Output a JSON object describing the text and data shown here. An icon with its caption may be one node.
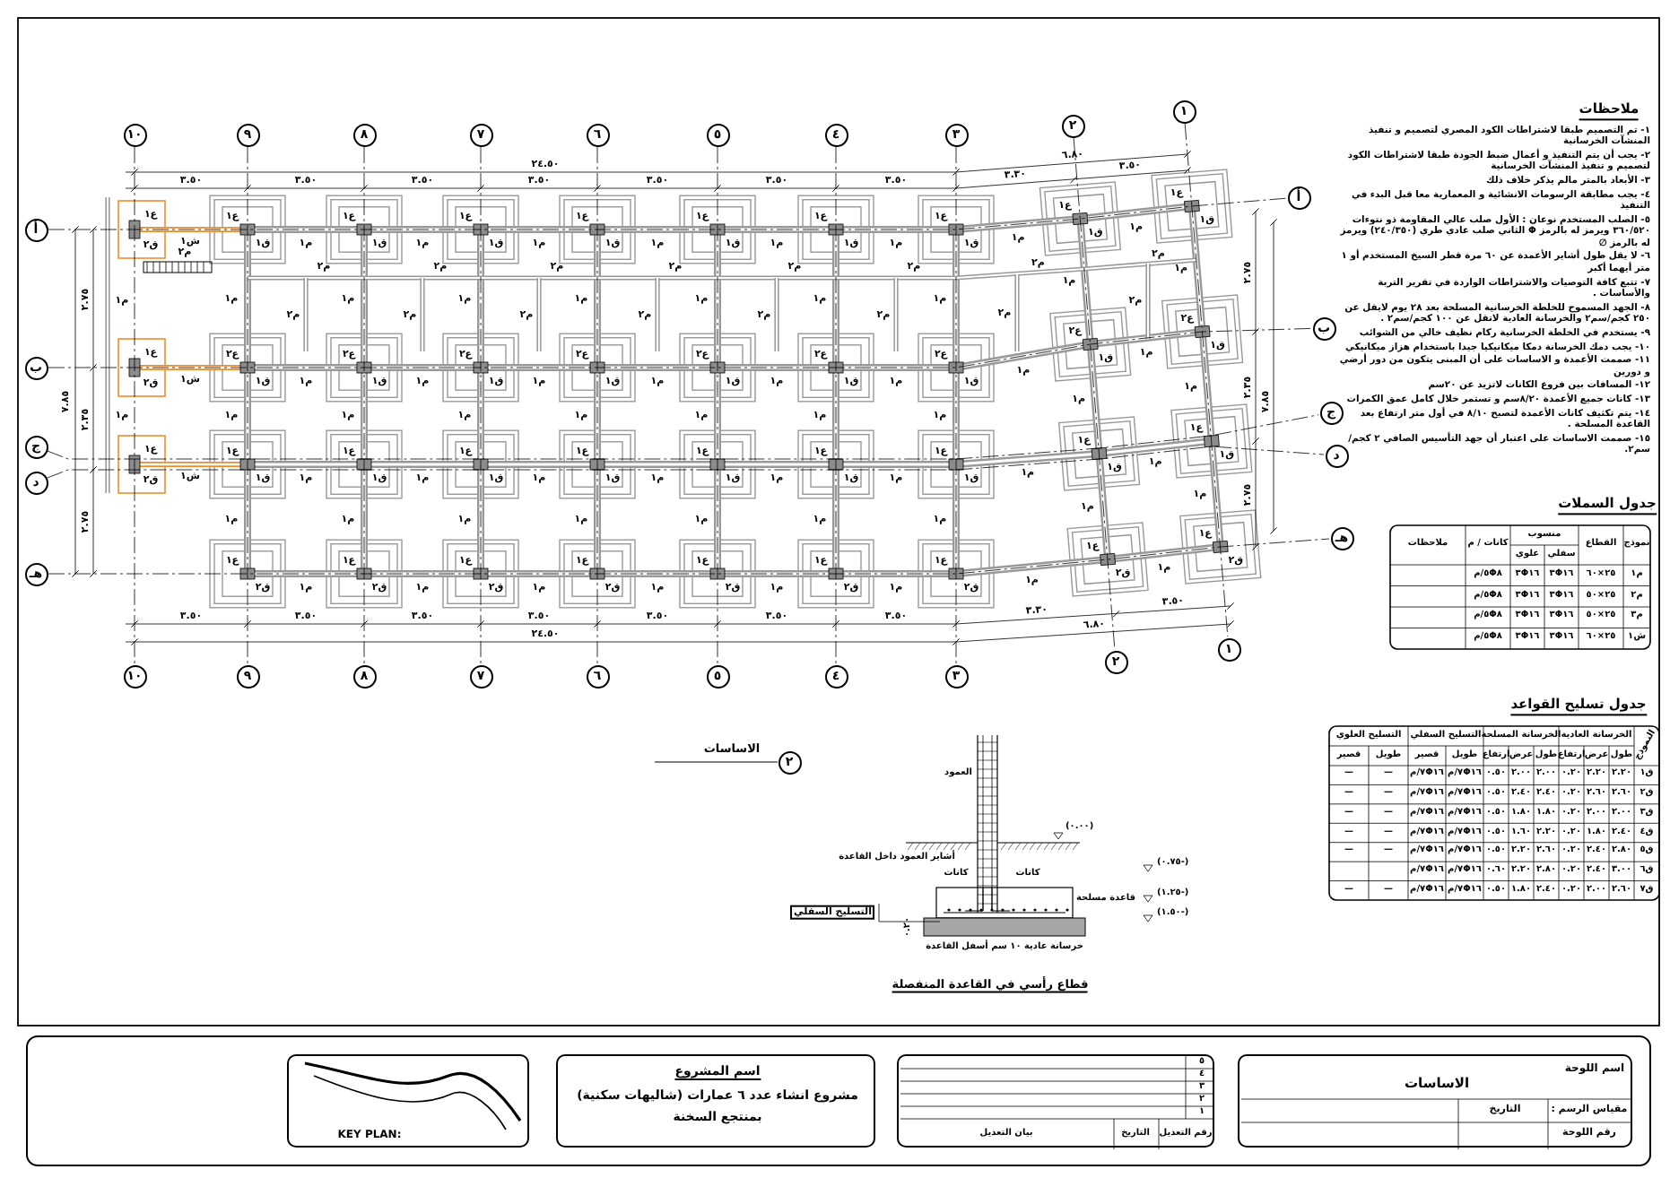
{
  "diagram": {
    "nodes": [
      {
        "text": [
          "١٠"
        ]
      },
      {
        "text": [
          "٩"
        ]
      },
      {
        "text": [
          "٨"
        ]
      },
      {
        "text": [
          "٧"
        ]
      },
      {
        "text": [
          "٦"
        ]
      },
      {
        "text": [
          "٥"
        ]
      },
      {
        "text": [
          "٤"
        ]
      },
      {
        "text": [
          "٣"
        ]
      },
      {
        "text": [
          "٢"
        ]
      },
      {
        "text": [
          "١"
        ]
      },
      {
        "text": [
          "١٠"
        ]
      },
      {
        "text": [
          "٩"
        ]
      },
      {
        "text": [
          "٨"
        ]
      },
      {
        "text": [
          "٧"
        ]
      },
      {
        "text": [
          "٦"
        ]
      },
      {
        "text": [
          "٥"
        ]
      },
      {
        "text": [
          "٤"
        ]
      },
      {
        "text": [
          "٣"
        ]
      },
      {
        "text": [
          "٢"
        ]
      },
      {
        "text": [
          "١"
        ]
      },
      {
        "text": [
          "أ"
        ]
      },
      {
        "text": [
          "ب"
        ]
      },
      {
        "text": [
          "ج"
        ]
      },
      {
        "text": [
          "د"
        ]
      },
      {
        "text": [
          "هـ"
        ]
      },
      {
        "text": [
          "أ"
        ]
      },
      {
        "text": [
          "ب"
        ]
      },
      {
        "text": [
          "ج"
        ]
      },
      {
        "text": [
          "د"
        ]
      },
      {
        "text": [
          "هـ"
        ]
      },
      {
        "text": [
          "٢"
        ],
        "beside": [
          "الاساسات"
        ]
      },
      {
        "text": [
          "KEY PLAN:"
        ]
      },
      {
        "text": [
          "اسم المشروع",
          "مشروع انشاء عدد ٦ عمارات (شاليهات سكنية)",
          "بمنتجع السخنة"
        ]
      },
      {
        "text": [
          "٥",
          "٤",
          "٣",
          "٢",
          "١",
          "رقم التعديل",
          "التاريخ",
          "بيان التعديل"
        ]
      },
      {
        "text": [
          "اسم اللوحة",
          "الاساسات",
          "مقياس الرسم :",
          "التاريخ",
          "رقم اللوحة"
        ]
      }
    ],
    "edges": [
      {
        "from": 0,
        "to": 10,
        "arrow": "none",
        "style": "dashed"
      },
      {
        "from": 1,
        "to": 11,
        "arrow": "none",
        "style": "dashed"
      },
      {
        "from": 2,
        "to": 12,
        "arrow": "none",
        "style": "dashed"
      },
      {
        "from": 3,
        "to": 13,
        "arrow": "none",
        "style": "dashed"
      },
      {
        "from": 4,
        "to": 14,
        "arrow": "none",
        "style": "dashed"
      },
      {
        "from": 5,
        "to": 15,
        "arrow": "none",
        "style": "dashed"
      },
      {
        "from": 6,
        "to": 16,
        "arrow": "none",
        "style": "dashed"
      },
      {
        "from": 7,
        "to": 17,
        "arrow": "none",
        "style": "dashed"
      },
      {
        "from": 8,
        "to": 18,
        "arrow": "none",
        "style": "dashed"
      },
      {
        "from": 9,
        "to": 19,
        "arrow": "none",
        "style": "dashed"
      },
      {
        "from": 20,
        "to": 25,
        "arrow": "none",
        "style": "dashed"
      },
      {
        "from": 21,
        "to": 26,
        "arrow": "none",
        "style": "dashed"
      },
      {
        "from": 22,
        "to": 27,
        "arrow": "none",
        "style": "dashed"
      },
      {
        "from": 23,
        "to": 28,
        "arrow": "none",
        "style": "dashed"
      },
      {
        "from": 24,
        "to": 29,
        "arrow": "none",
        "style": "dashed"
      }
    ],
    "labels": [
      "٢٤.٥٠",
      "٦.٨٠",
      "٣.٥٠",
      "٣.٥٠",
      "٣.٥٠",
      "٣.٥٠",
      "٣.٥٠",
      "٣.٥٠",
      "٣.٥٠",
      "٣.٣٠",
      "٣.٥٠",
      "٢٤.٥٠",
      "٦.٨٠",
      "٣.٥٠",
      "٣.٥٠",
      "٣.٥٠",
      "٣.٥٠",
      "٣.٥٠",
      "٣.٥٠",
      "٣.٥٠",
      "٣.٣٠",
      "٣.٥٠",
      "٧.٨٥",
      "٢.٧٥",
      "٢.٣٥",
      "٢.٧٥",
      "٧.٨٥",
      "٢.٧٥",
      "٢.٣٥",
      "٢.٧٥",
      "ع١",
      "ق١",
      "ع١",
      "ق١",
      "ع١",
      "ق١",
      "ع١",
      "ق١",
      "ع١",
      "ق١",
      "ع١",
      "ق١",
      "ع١",
      "ق١",
      "ع١",
      "ق١",
      "ع١",
      "ق١",
      "ع٢",
      "ق١",
      "ع٢",
      "ق١",
      "ع٢",
      "ق١",
      "ع٢",
      "ق١",
      "ع٢",
      "ق١",
      "ع٢",
      "ق١",
      "ع٢",
      "ق١",
      "ع٢",
      "ق١",
      "ع٢",
      "ق١",
      "ع١",
      "ق١",
      "ع١",
      "ق١",
      "ع١",
      "ق١",
      "ع١",
      "ق١",
      "ع١",
      "ق١",
      "ع١",
      "ق١",
      "ع١",
      "ق١",
      "ع١",
      "ق١",
      "ع١",
      "ق١",
      "ع١",
      "ق٢",
      "ع١",
      "ق٢",
      "ع١",
      "ق٢",
      "ع١",
      "ق٢",
      "ع١",
      "ق٢",
      "ع١",
      "ق٢",
      "ع١",
      "ق٢",
      "ع١",
      "ق٢",
      "ع١",
      "ق٢",
      "ع١",
      "ق٢",
      "ش١",
      "ع١",
      "ق٢",
      "ش١",
      "ع١",
      "ق٢",
      "ش١",
      "م١",
      "م١",
      "م١",
      "م١",
      "م١",
      "م١",
      "م١",
      "م١",
      "م١",
      "م١",
      "م١",
      "م١",
      "م١",
      "م١",
      "م١",
      "م١",
      "م١",
      "م١",
      "م١",
      "م١",
      "م١",
      "م١",
      "م١",
      "م١",
      "م١",
      "م١",
      "م١",
      "م١",
      "م١",
      "م١",
      "م١",
      "م١",
      "م١",
      "م١",
      "م١",
      "م١",
      "م١",
      "م١",
      "م١",
      "م١",
      "م١",
      "م١",
      "م١",
      "م١",
      "م١",
      "م١",
      "م١",
      "م١",
      "م١",
      "م١",
      "م١",
      "م١",
      "م١",
      "م١",
      "م١",
      "م١",
      "م١",
      "م١",
      "م١",
      "م٢",
      "م٢",
      "م٢",
      "م٢",
      "م٢",
      "م٢",
      "م٢",
      "م٢",
      "م٢",
      "م٢",
      "م٢",
      "م٢",
      "م٢",
      "م٢",
      "م٢",
      "م٢",
      "م١",
      "م١",
      "م٢",
      "العمود",
      "(٠.٠٠)",
      "أشاير العمود داخل القاعدة",
      "كانات",
      "كانات",
      "قاعدة مسلحة",
      "(-٠.٧٥)",
      "(-١.٢٥)",
      "(-١.٥٠)",
      "التسليح السفلي",
      "٠.٢٠",
      "خرسانة عادية ١٠ سم أسفل القاعدة",
      "قطاع رأسي في القاعدة المنفصلة",
      "ملاحظات",
      "١- تم التصميم طبقا لاشتراطات الكود المصري لتصميم و تنفيذ المنشآت الخرسانية",
      "٢- يجب أن يتم التنفيذ و أعمال ضبط الجودة طبقا لاشتراطات الكود لتصميم و تنفيذ المنشآت الخرسانية",
      "٣- الأبعاد بالمتر مالم يذكر خلاف ذلك",
      "٤- يجب مطابقة الرسومات الانشائية و المعمارية معا قبل البدء في التنفيذ",
      "٥- الصلب المستخدم نوعان : الأول صلب عالي المقاومة ذو نتوءات ٣٦٠/٥٢٠ ويرمز له بالرمز Φ الثاني صلب عادي طري (٢٤٠/٣٥٠) ويرمز له بالرمز ∅",
      "٦- لا يقل طول أشاير الأعمدة عن ٦٠ مرة قطر السيخ المستخدم أو ١ متر أيهما أكبر",
      "٧- تتبع كافة التوصيات والاشتراطات الواردة في تقرير التربة والأساسات .",
      "٨- الجهد المسموح للخلطة الخرسانية المسلحة بعد ٢٨ يوم لايقل عن ٢٥٠ كجم/سم٢ والخرسانة العادية لاتقل عن ١٠٠ كجم/سم٢ .",
      "٩- يستخدم في الخلطة الخرسانية ركام نظيف خالي من الشوائب",
      "١٠- يجب دمك الخرسانة دمكا ميكانيكيا جيدا باستخدام هزاز ميكانيكي",
      "١١- صممت الأعمدة و الاساسات على أن المبنى يتكون من دور أرضي و دورين",
      "١٢- المسافات بين فروع الكانات لاتزيد عن ٢٠سم",
      "١٣- كانات جميع الأعمدة ٨/٢٠سم و تستمر خلال كامل عمق الكمرات",
      "١٤- يتم تكثيف كانات الأعمدة لتصبح ٨/١٠ في أول متر ارتفاع بعد القاعدة المسلحة .",
      "١٥- صممت الاساسات على اعتبار أن جهد التأسيس الصافي ٢ كجم/سم٢.",
      "جدول السملات",
      "نموذج",
      "القطاع",
      "منسوب",
      "سفلي",
      "علوي",
      "كانات / م",
      "ملاحظات",
      "م١",
      "٢٥×٦٠",
      "٣Φ١٦",
      "٣Φ١٦",
      "٥Φ٨/م",
      "م٢",
      "٢٥×٥٠",
      "٣Φ١٦",
      "٣Φ١٦",
      "٥Φ٨/م",
      "م٣",
      "٢٥×٥٠",
      "٣Φ١٦",
      "٣Φ١٦",
      "٥Φ٨/م",
      "ش١",
      "٢٥×٦٠",
      "٣Φ١٦",
      "٣Φ١٦",
      "٥Φ٨/م",
      "جدول تسليح القواعد",
      "النموذج",
      "الخرسانة العادية",
      "الخرسانة المسلحة",
      "التسليح السفلي",
      "التسليح العلوي",
      "طول",
      "عرض",
      "ارتفاع",
      "طول",
      "عرض",
      "ارتفاع",
      "طويل",
      "قصير",
      "طويل",
      "قصير",
      "ق١",
      "٢.٢٠",
      "٢.٢٠",
      "٠.٢٠",
      "٢.٠٠",
      "٢.٠٠",
      "٠.٥٠",
      "٧Φ١٦/م",
      "٧Φ١٦/م",
      "—",
      "—",
      "ق٢",
      "٢.٦٠",
      "٢.٦٠",
      "٠.٢٠",
      "٢.٤٠",
      "٢.٤٠",
      "٠.٥٠",
      "٧Φ١٦/م",
      "٧Φ١٦/م",
      "—",
      "—",
      "ق٣",
      "٢.٠٠",
      "٢.٠٠",
      "٠.٢٠",
      "١.٨٠",
      "١.٨٠",
      "٠.٥٠",
      "٧Φ١٦/م",
      "٧Φ١٦/م",
      "—",
      "—",
      "ق٤",
      "٢.٤٠",
      "١.٨٠",
      "٠.٢٠",
      "٢.٢٠",
      "١.٦٠",
      "٠.٥٠",
      "٧Φ١٦/م",
      "٧Φ١٦/م",
      "—",
      "—",
      "ق٥",
      "٢.٨٠",
      "٢.٤٠",
      "٠.٢٠",
      "٢.٦٠",
      "٢.٢٠",
      "٠.٥٠",
      "٧Φ١٦/م",
      "٧Φ١٦/م",
      "—",
      "—",
      "ق٦",
      "٣.٠٠",
      "٢.٤٠",
      "٠.٢٠",
      "٢.٨٠",
      "٢.٢٠",
      "٠.٦٠",
      "٧Φ١٦/م",
      "٧Φ١٦/م",
      "ق٧",
      "٢.٦٠",
      "٢.٠٠",
      "٠.٢٠",
      "٢.٤٠",
      "١.٨٠",
      "٠.٥٠",
      "٧Φ١٦/م",
      "٧Φ١٦/م",
      "—",
      "—"
    ]
  }
}
